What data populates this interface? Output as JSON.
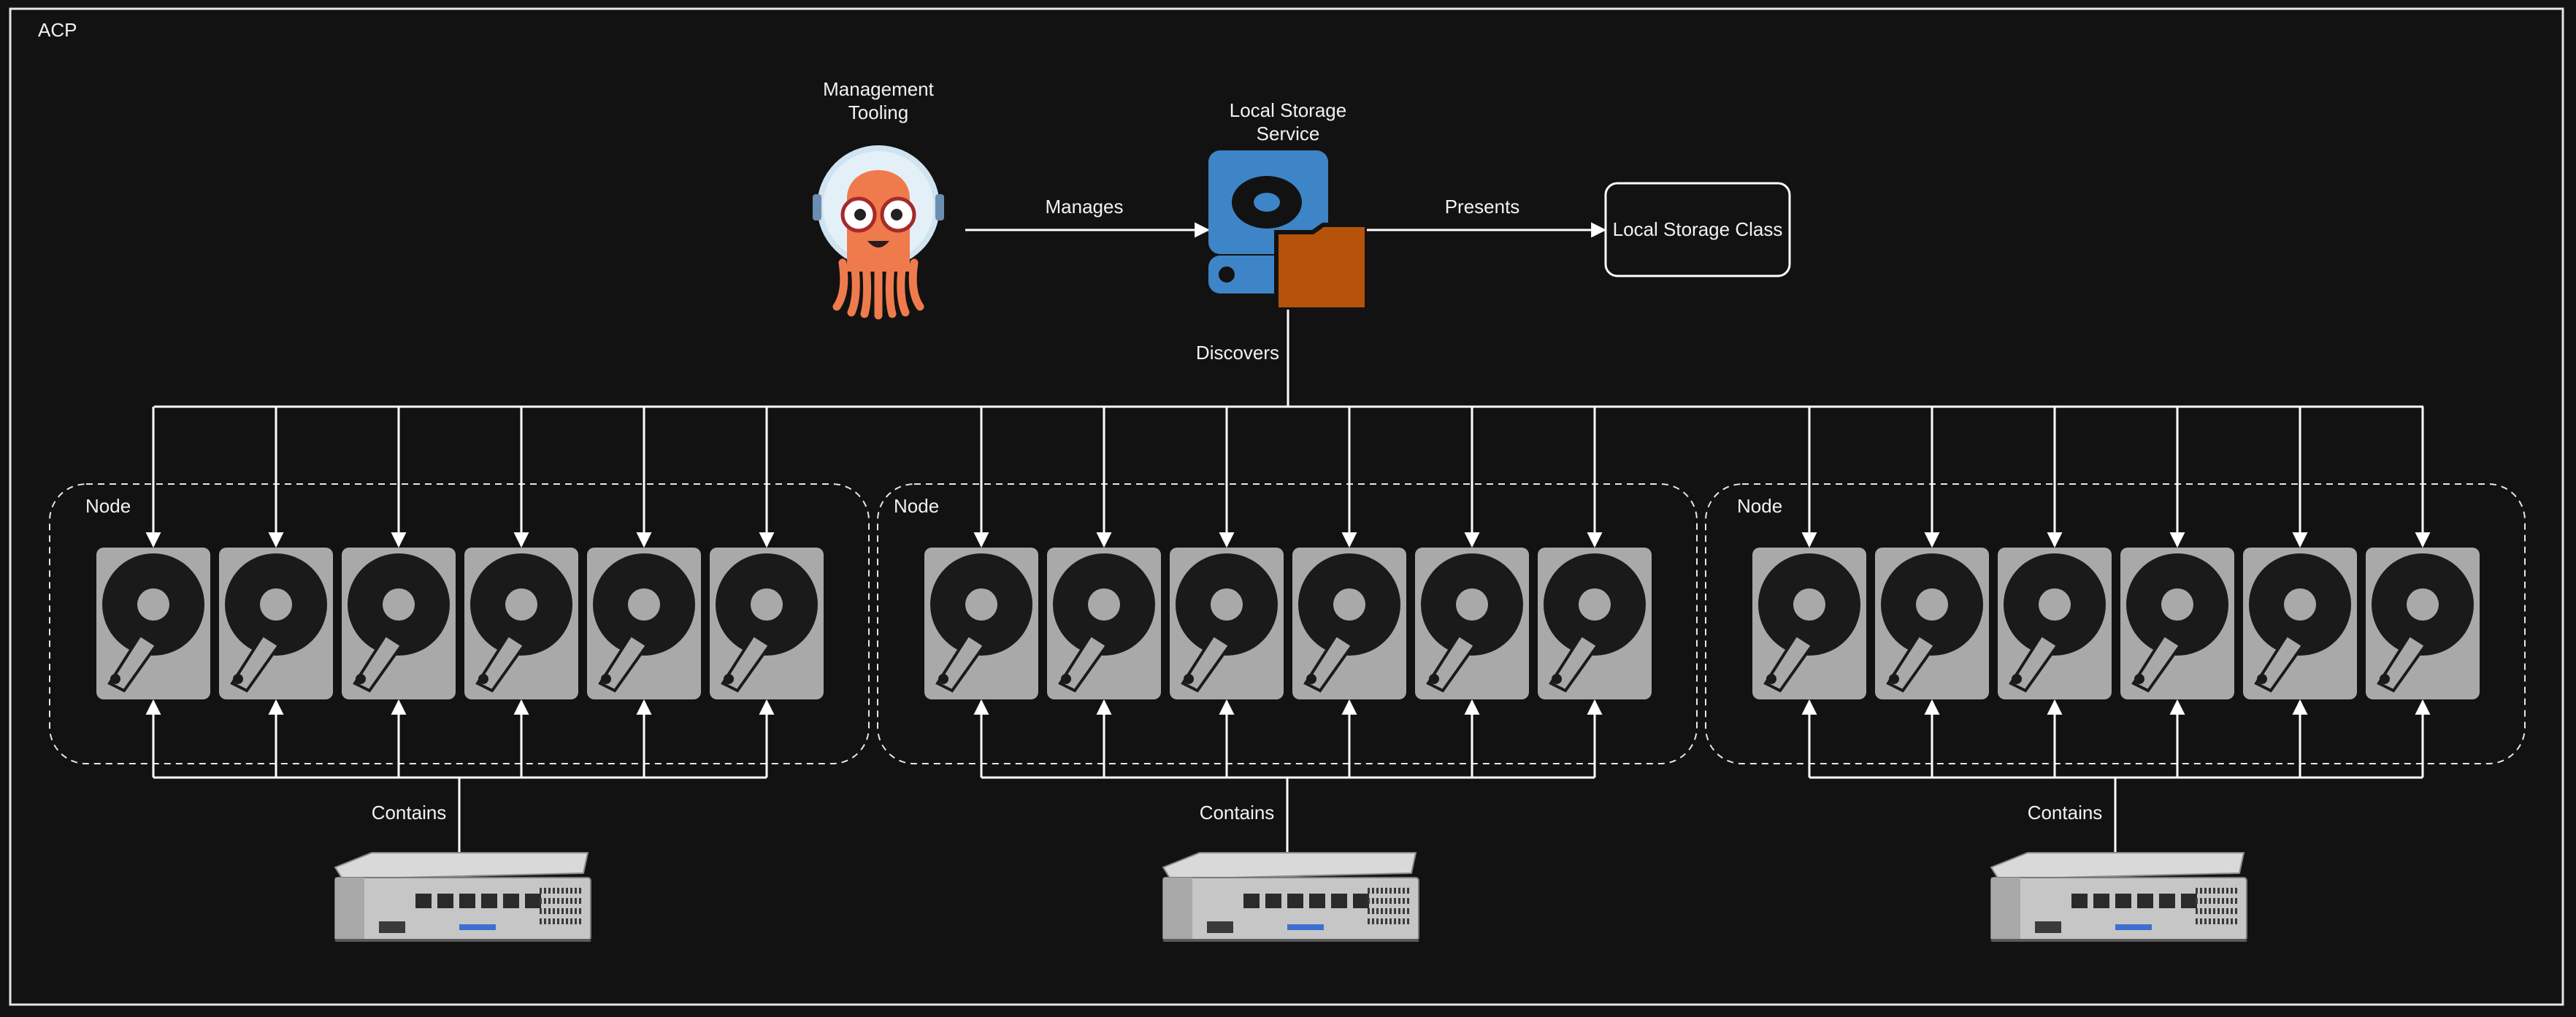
{
  "canvas_label": "ACP",
  "management": {
    "label_line1": "Management",
    "label_line2": "Tooling",
    "icon": "octopus-mascot-icon"
  },
  "storage_service": {
    "label_line1": "Local Storage",
    "label_line2": "Service",
    "icon": "storage-folder-icon"
  },
  "storage_class": {
    "label": "Local Storage Class"
  },
  "edges": {
    "manages": "Manages",
    "presents": "Presents",
    "discovers": "Discovers",
    "contains": "Contains"
  },
  "nodes": [
    {
      "label": "Node",
      "disk_count": 6,
      "server_icon": "server-chassis-icon"
    },
    {
      "label": "Node",
      "disk_count": 6,
      "server_icon": "server-chassis-icon"
    },
    {
      "label": "Node",
      "disk_count": 6,
      "server_icon": "server-chassis-icon"
    }
  ],
  "colors": {
    "background": "#121212",
    "line": "#ffffff",
    "disk_body": "#a9a9a9",
    "disk_platter": "#1a1a1a",
    "storage_blue": "#3d85c6",
    "storage_orange": "#b45309",
    "mascot_orange": "#ef7b4d"
  }
}
